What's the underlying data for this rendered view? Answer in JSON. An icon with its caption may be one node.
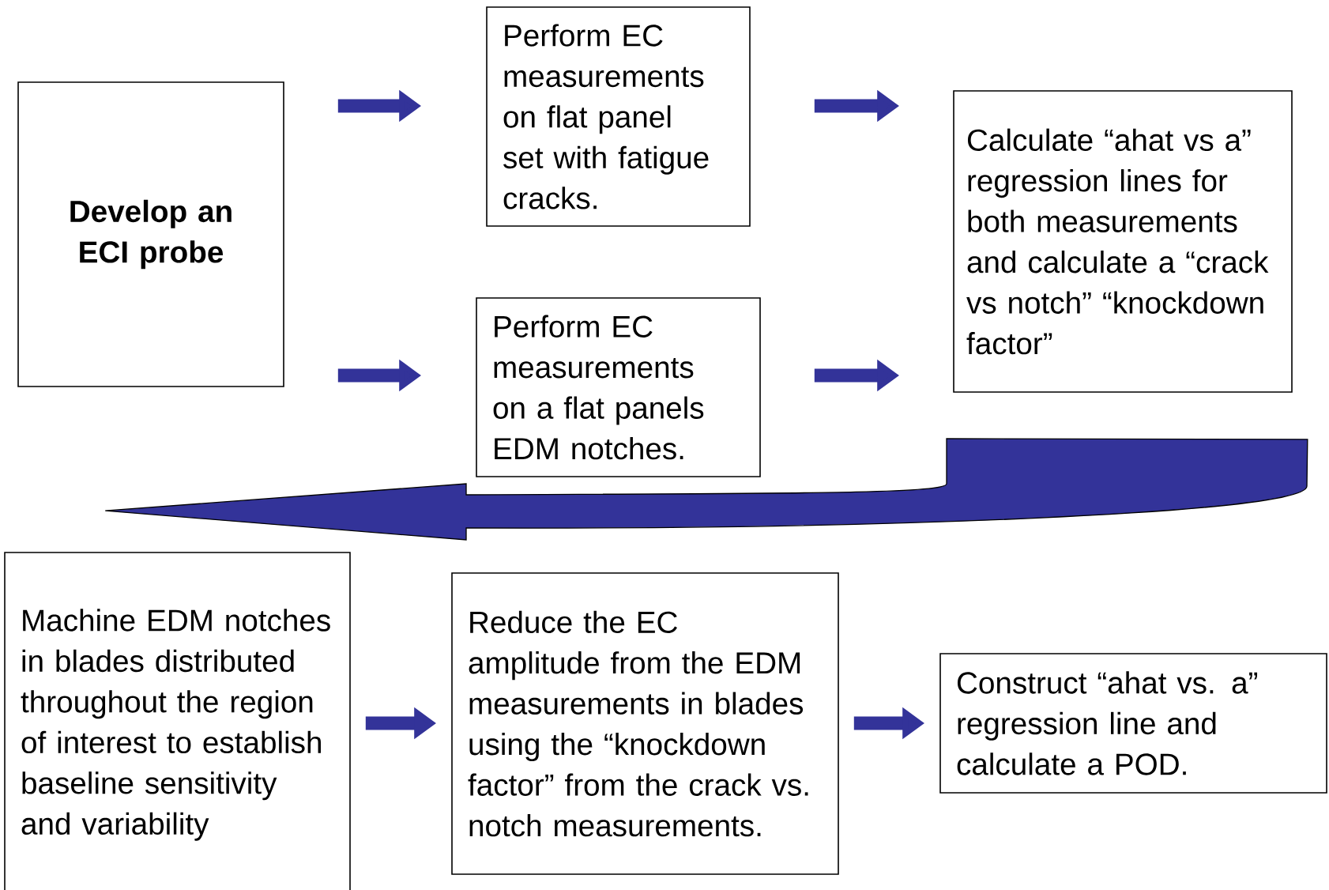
{
  "diagram": {
    "nodes": [
      {
        "text": [
          "Develop an ECI probe"
        ]
      },
      {
        "text": [
          "Perform EC measurements on flat panel set with fatigue cracks."
        ]
      },
      {
        "text": [
          "Perform EC measurements on a flat panels EDM notches."
        ]
      },
      {
        "text": [
          "Calculate “ahat vs a” regression lines for both measurements and calculate a “crack vs notch” “knockdown factor”"
        ]
      },
      {
        "text": [
          "Machine EDM notches in blades distributed throughout the region of interest to establish baseline sensitivity and variability"
        ]
      },
      {
        "text": [
          "Reduce the EC amplitude from the EDM measurements in blades using the “knockdown factor” from the crack vs. notch measurements."
        ]
      },
      {
        "text": [
          "Construct  “ahat vs. a” regression line and calculate a POD."
        ]
      }
    ],
    "edges": [
      {
        "from": 0,
        "to": 1,
        "arrow": "to"
      },
      {
        "from": 0,
        "to": 2,
        "arrow": "to"
      },
      {
        "from": 1,
        "to": 3,
        "arrow": "to"
      },
      {
        "from": 2,
        "to": 3,
        "arrow": "to"
      },
      {
        "from": 3,
        "to": 4,
        "arrow": "to",
        "style": "thick"
      },
      {
        "from": 4,
        "to": 5,
        "arrow": "to"
      },
      {
        "from": 5,
        "to": 6,
        "arrow": "to"
      }
    ]
  }
}
